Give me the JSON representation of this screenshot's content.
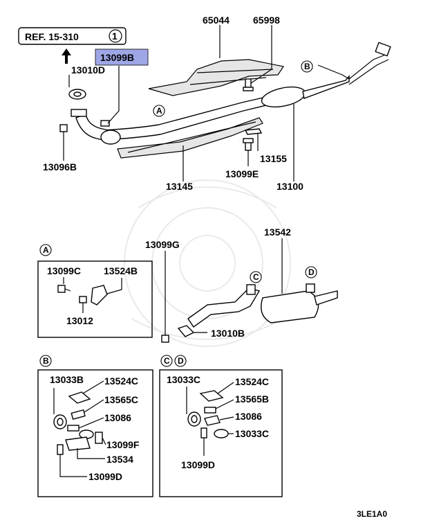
{
  "ref": {
    "text": "REF. 15-310",
    "num": "1"
  },
  "highlight": {
    "text": "13099B",
    "color": "#9fa6e6"
  },
  "labels": {
    "p65044": "65044",
    "p65998": "65998",
    "p13010D": "13010D",
    "p13096B": "13096B",
    "p13145": "13145",
    "p13099E": "13099E",
    "p13155": "13155",
    "p13100": "13100",
    "p13542": "13542",
    "p13099G": "13099G",
    "p13010B": "13010B",
    "a13099C": "13099C",
    "a13524B": "13524B",
    "a13012": "13012",
    "b13033B": "13033B",
    "b13524C": "13524C",
    "b13565C": "13565C",
    "b13086": "13086",
    "b13099F": "13099F",
    "b13534": "13534",
    "b13099D": "13099D",
    "c13033C": "13033C",
    "c13524C": "13524C",
    "c13565B": "13565B",
    "c13086": "13086",
    "c13033C2": "13033C",
    "c13099D": "13099D"
  },
  "callouts": {
    "a": "A",
    "b": "B",
    "c": "C",
    "d": "D"
  },
  "code": "3LE1A0"
}
